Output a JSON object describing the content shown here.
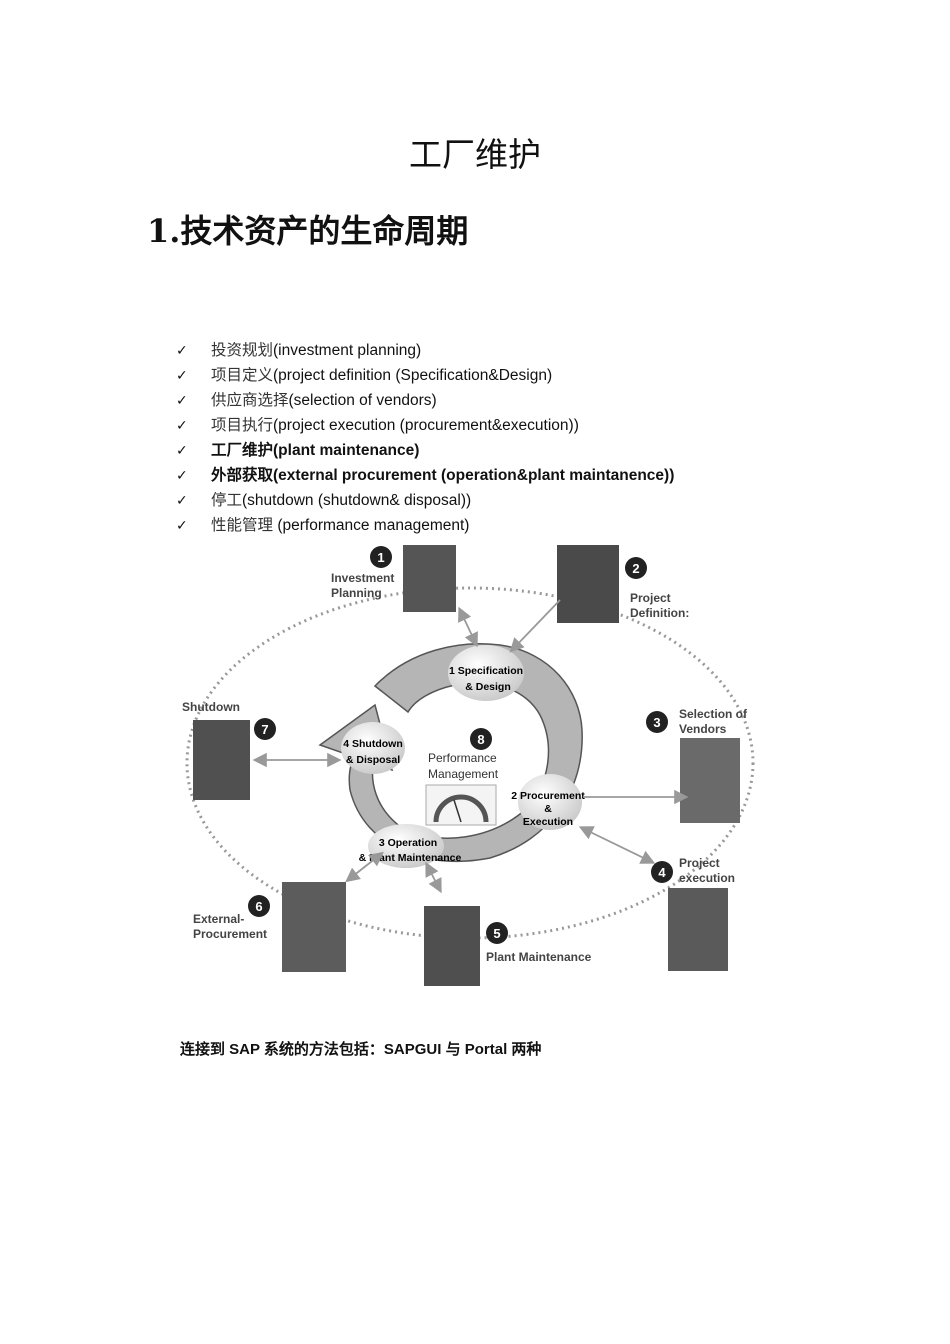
{
  "document": {
    "title": "工厂维护",
    "section_heading": "1.技术资产的生命周期",
    "checklist": [
      {
        "zh": "投资规划",
        "en": "(investment planning)",
        "bold": false
      },
      {
        "zh": "项目定义",
        "en": "(project definition (Specification&Design)",
        "bold": false
      },
      {
        "zh": "供应商选择",
        "en": "(selection of vendors)",
        "bold": false
      },
      {
        "zh": "项目执行",
        "en": "(project execution (procurement&execution))",
        "bold": false
      },
      {
        "zh": "工厂维护",
        "en": "(plant maintenance)",
        "bold": true
      },
      {
        "zh": "外部获取",
        "en": "(external procurement (operation&plant maintanence))",
        "bold": true
      },
      {
        "zh": "停工",
        "en": "(shutdown (shutdown& disposal))",
        "bold": false
      },
      {
        "zh": "性能管理",
        "en": "  (performance management)",
        "bold": false
      }
    ],
    "footer": "连接到 SAP 系统的方法包括：SAPGUI 与 Portal 两种"
  },
  "diagram": {
    "nodes": [
      {
        "num": "1",
        "label1": "Investment",
        "label2": "Planning"
      },
      {
        "num": "2",
        "label1": "Project",
        "label2": "Definition:"
      },
      {
        "num": "3",
        "label1": "Selection of",
        "label2": "Vendors"
      },
      {
        "num": "4",
        "label1": "Project",
        "label2": "execution"
      },
      {
        "num": "5",
        "label1": "Plant Maintenance",
        "label2": ""
      },
      {
        "num": "6",
        "label1": "External-",
        "label2": "Procurement"
      },
      {
        "num": "7",
        "label1": "Shutdown",
        "label2": ""
      },
      {
        "num": "8",
        "label1": "Performance",
        "label2": "Management"
      }
    ],
    "cycle": [
      {
        "line1": "1 Specification",
        "line2": "& Design",
        "line3": ""
      },
      {
        "line1": "2 Procurement",
        "line2": "&",
        "line3": "Execution"
      },
      {
        "line1": "3 Operation",
        "line2": "& Plant Maintenance",
        "line3": ""
      },
      {
        "line1": "4 Shutdown",
        "line2": "& Disposal",
        "line3": ""
      }
    ]
  }
}
